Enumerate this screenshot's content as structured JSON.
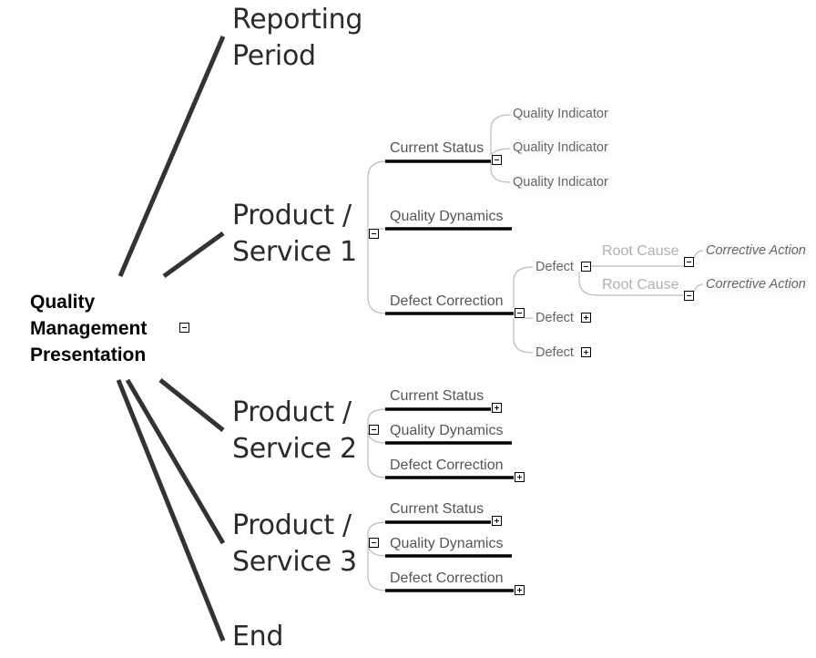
{
  "root": {
    "label_lines": [
      "Quality",
      "Management",
      "Presentation"
    ],
    "toggle": "collapse"
  },
  "main_topics": [
    {
      "id": "reporting-period",
      "lines": [
        "Reporting",
        "Period"
      ]
    },
    {
      "id": "product-1",
      "lines": [
        "Product /",
        "Service 1"
      ],
      "toggle": "collapse"
    },
    {
      "id": "product-2",
      "lines": [
        "Product /",
        "Service 2"
      ],
      "toggle": "collapse"
    },
    {
      "id": "product-3",
      "lines": [
        "Product /",
        "Service 3"
      ],
      "toggle": "collapse"
    },
    {
      "id": "end",
      "lines": [
        "End"
      ]
    }
  ],
  "product1": {
    "current_status": "Current Status",
    "quality_dynamics": "Quality Dynamics",
    "defect_correction": "Defect Correction",
    "indicators": [
      "Quality Indicator",
      "Quality Indicator",
      "Quality Indicator"
    ],
    "defects": [
      "Defect",
      "Defect",
      "Defect"
    ],
    "root_causes": [
      "Root Cause",
      "Root Cause"
    ],
    "corrective_actions": [
      "Corrective Action",
      "Corrective Action"
    ]
  },
  "product2": {
    "current_status": "Current Status",
    "quality_dynamics": "Quality Dynamics",
    "defect_correction": "Defect Correction"
  },
  "product3": {
    "current_status": "Current Status",
    "quality_dynamics": "Quality Dynamics",
    "defect_correction": "Defect Correction"
  },
  "colors": {
    "branch": "#333333",
    "underline": "#000000",
    "connector": "#bbbbbb",
    "text_main": "#2b2b2b",
    "text_sub": "#555555",
    "text_faint": "#b0b0b0"
  }
}
